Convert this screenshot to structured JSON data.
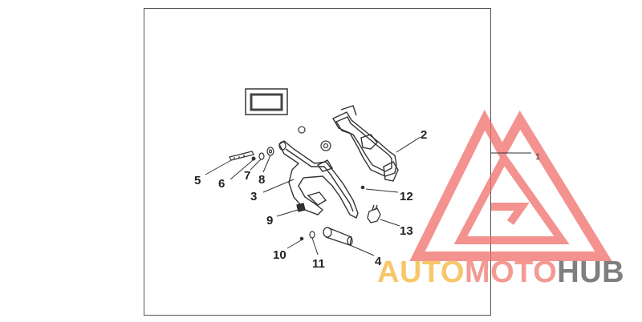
{
  "diagram": {
    "callouts": [
      "1",
      "2",
      "3",
      "4",
      "5",
      "6",
      "7",
      "8",
      "9",
      "10",
      "11",
      "12",
      "13"
    ]
  },
  "watermark": {
    "segments": [
      {
        "text": "AUTO",
        "color": "#f7c76a"
      },
      {
        "text": "MOTO",
        "color": "#f39a92"
      },
      {
        "text": "HUB",
        "color": "#7f7f7f"
      }
    ],
    "logo_color": "#ef6e6a"
  }
}
